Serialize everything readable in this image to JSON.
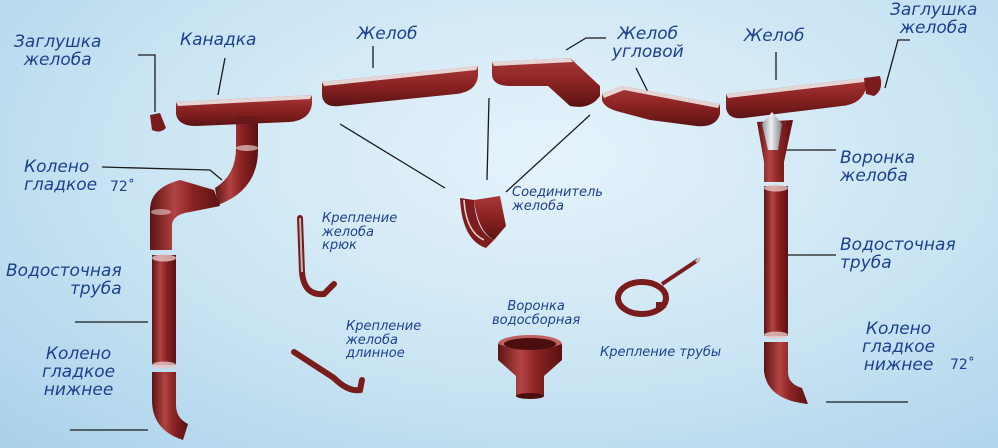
{
  "colors": {
    "pipe": "#8c2323",
    "pipe_dark": "#5e1414",
    "pipe_light": "#b24343",
    "metal": "#cfd3d6",
    "text": "#1d3f8f",
    "leader": "#1a1a1a"
  },
  "labels": {
    "zaglushka_left": "Заглушка\nжелоба",
    "kanadka": "Канадка",
    "zhelob_1": "Желоб",
    "zhelob_uglovoy": "Желоб\nугловой",
    "zhelob_2": "Желоб",
    "zaglushka_right": "Заглушка\nжелоба",
    "koleno_top": "Колено\nгладкое",
    "koleno_top_deg": "72˚",
    "vodostochnaya_left": "Водосточная\nтруба",
    "koleno_bottom_left": "Колено\nгладкое\nнижнее",
    "kreplenie_kryuk": "Крепление\nжелоба\nкрюк",
    "soedinitel": "Соединитель\nжелоба",
    "kreplenie_dlinnoe": "Крепление\nжелоба\nдлинное",
    "voronka_vodosbornaya": "Воронка\nводосборная",
    "kreplenie_truby": "Крепление трубы",
    "voronka_zheloba": "Воронка\nжелоба",
    "vodostochnaya_right": "Водосточная\nтруба",
    "koleno_bottom_right": "Колено\nгладкое\nнижнее",
    "koleno_bottom_right_deg": "72˚"
  }
}
